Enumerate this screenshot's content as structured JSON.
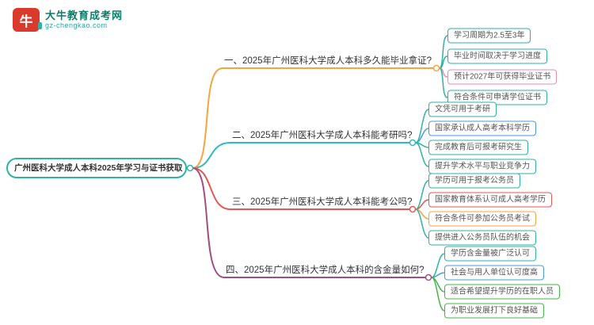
{
  "logo": {
    "icon_glyph": "牛",
    "title": "大牛教育成考网",
    "domain": "gz-chengkao.com"
  },
  "root": {
    "label": "广州医科大学成人本科2025年学习与证书获取",
    "color": "#2eb3a5"
  },
  "palette": {
    "teal": "#2eb3a5",
    "cyan": "#30b8c4",
    "orange": "#f5a53f",
    "red": "#e45753",
    "plum": "#a14f7f",
    "pink": "#ef8bb1",
    "blue": "#4a9bd5",
    "green": "#45b649"
  },
  "branches": [
    {
      "label": "一、2025年广州医科大学成人本科多久能毕业拿证?",
      "color": "#f5a53f",
      "children": [
        {
          "label": "学习周期为2.5至3年",
          "color": "#2eb3a5"
        },
        {
          "label": "毕业时间取决于学习进度",
          "color": "#2eb3a5"
        },
        {
          "label": "预计2027年可获得毕业证书",
          "color": "#ef8bb1"
        },
        {
          "label": "符合条件可申请学位证书",
          "color": "#2eb3a5"
        }
      ]
    },
    {
      "label": "二、2025年广州医科大学成人本科能考研吗?",
      "color": "#30b8c4",
      "children": [
        {
          "label": "文凭可用于考研",
          "color": "#2eb3a5"
        },
        {
          "label": "国家承认成人高考本科学历",
          "color": "#4a9bd5"
        },
        {
          "label": "完成教育后可报考研究生",
          "color": "#2eb3a5"
        },
        {
          "label": "提升学术水平与职业竞争力",
          "color": "#2eb3a5"
        }
      ]
    },
    {
      "label": "三、2025年广州医科大学成人本科能考公吗?",
      "color": "#e45753",
      "children": [
        {
          "label": "学历可用于报考公务员",
          "color": "#2eb3a5"
        },
        {
          "label": "国家教育体系认可成人高考学历",
          "color": "#e45753"
        },
        {
          "label": "符合条件可参加公务员考试",
          "color": "#f5a53f"
        },
        {
          "label": "提供进入公务员队伍的机会",
          "color": "#2eb3a5"
        }
      ]
    },
    {
      "label": "四、2025年广州医科大学成人本科的含金量如何?",
      "color": "#a14f7f",
      "children": [
        {
          "label": "学历含金量被广泛认可",
          "color": "#2eb3a5"
        },
        {
          "label": "社会与用人单位认可度高",
          "color": "#4a9bd5"
        },
        {
          "label": "适合希望提升学历的在职人员",
          "color": "#45b649"
        },
        {
          "label": "为职业发展打下良好基础",
          "color": "#45b649"
        }
      ]
    }
  ]
}
